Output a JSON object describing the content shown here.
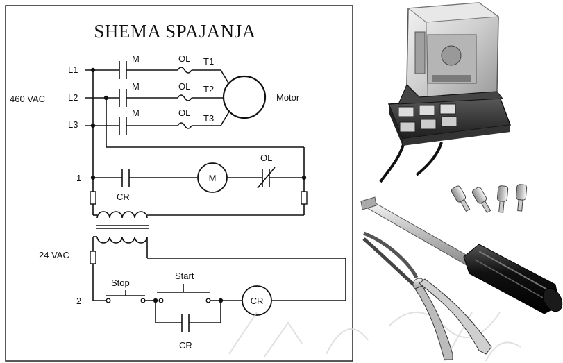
{
  "diagram": {
    "title": "SHEMA SPAJANJA",
    "supply_voltage": "460 VAC",
    "control_voltage": "24 VAC",
    "lines": [
      "L1",
      "L2",
      "L3"
    ],
    "contacts": [
      "M",
      "M",
      "M"
    ],
    "overloads": [
      "OL",
      "OL",
      "OL"
    ],
    "terminals": [
      "T1",
      "T2",
      "T3"
    ],
    "motor_label": "Motor",
    "node_1": "1",
    "node_2": "2",
    "control_relay_contact": "CR",
    "starter_coil": "M",
    "overload_contact": "OL",
    "stop_label": "Stop",
    "start_label": "Start",
    "relay_coil": "CR",
    "holding_contact": "CR"
  },
  "images": {
    "relay": "relay-with-socket",
    "tools": [
      "flathead-screwdriver",
      "needle-nose-pliers",
      "crimp-terminals"
    ]
  }
}
